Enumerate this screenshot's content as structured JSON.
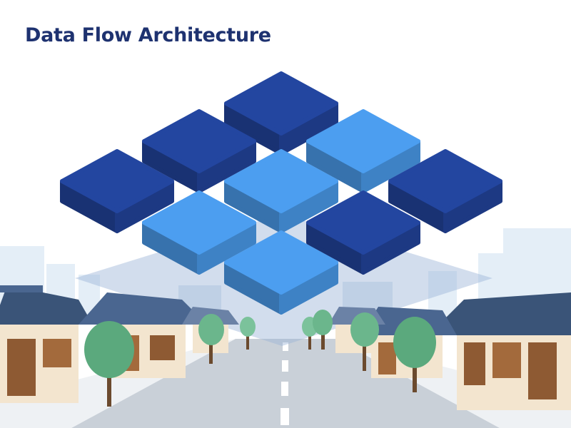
{
  "page": {
    "title": "Data Flow Architecture"
  },
  "colors": {
    "title": "#1e3270",
    "node_dark": "#2346a0",
    "node_light": "#4c9ef0",
    "connector": "#ffffff",
    "road": "#c4cbd4",
    "tree": "#5ba97d",
    "roof": "#3a5478",
    "wall": "#f3e5cf",
    "timber": "#8e5a33"
  },
  "diagram": {
    "nodes": [
      {
        "id": "n1",
        "tone": "dark"
      },
      {
        "id": "n2",
        "tone": "dark"
      },
      {
        "id": "n3",
        "tone": "light"
      },
      {
        "id": "n4",
        "tone": "dark"
      },
      {
        "id": "n5",
        "tone": "light"
      },
      {
        "id": "n6",
        "tone": "dark"
      },
      {
        "id": "n7",
        "tone": "light"
      },
      {
        "id": "n8",
        "tone": "dark"
      },
      {
        "id": "n9",
        "tone": "light"
      }
    ],
    "connections": [
      [
        "n1",
        "n2"
      ],
      [
        "n1",
        "n3"
      ],
      [
        "n2",
        "n4"
      ],
      [
        "n2",
        "n5"
      ],
      [
        "n3",
        "n5"
      ],
      [
        "n3",
        "n6"
      ],
      [
        "n4",
        "n7"
      ],
      [
        "n5",
        "n7"
      ],
      [
        "n5",
        "n8"
      ],
      [
        "n6",
        "n8"
      ],
      [
        "n7",
        "n9"
      ],
      [
        "n8",
        "n9"
      ]
    ]
  },
  "scene": {
    "background": "traditional-village-street",
    "elements": [
      "skyline",
      "road",
      "houses",
      "trees"
    ]
  }
}
